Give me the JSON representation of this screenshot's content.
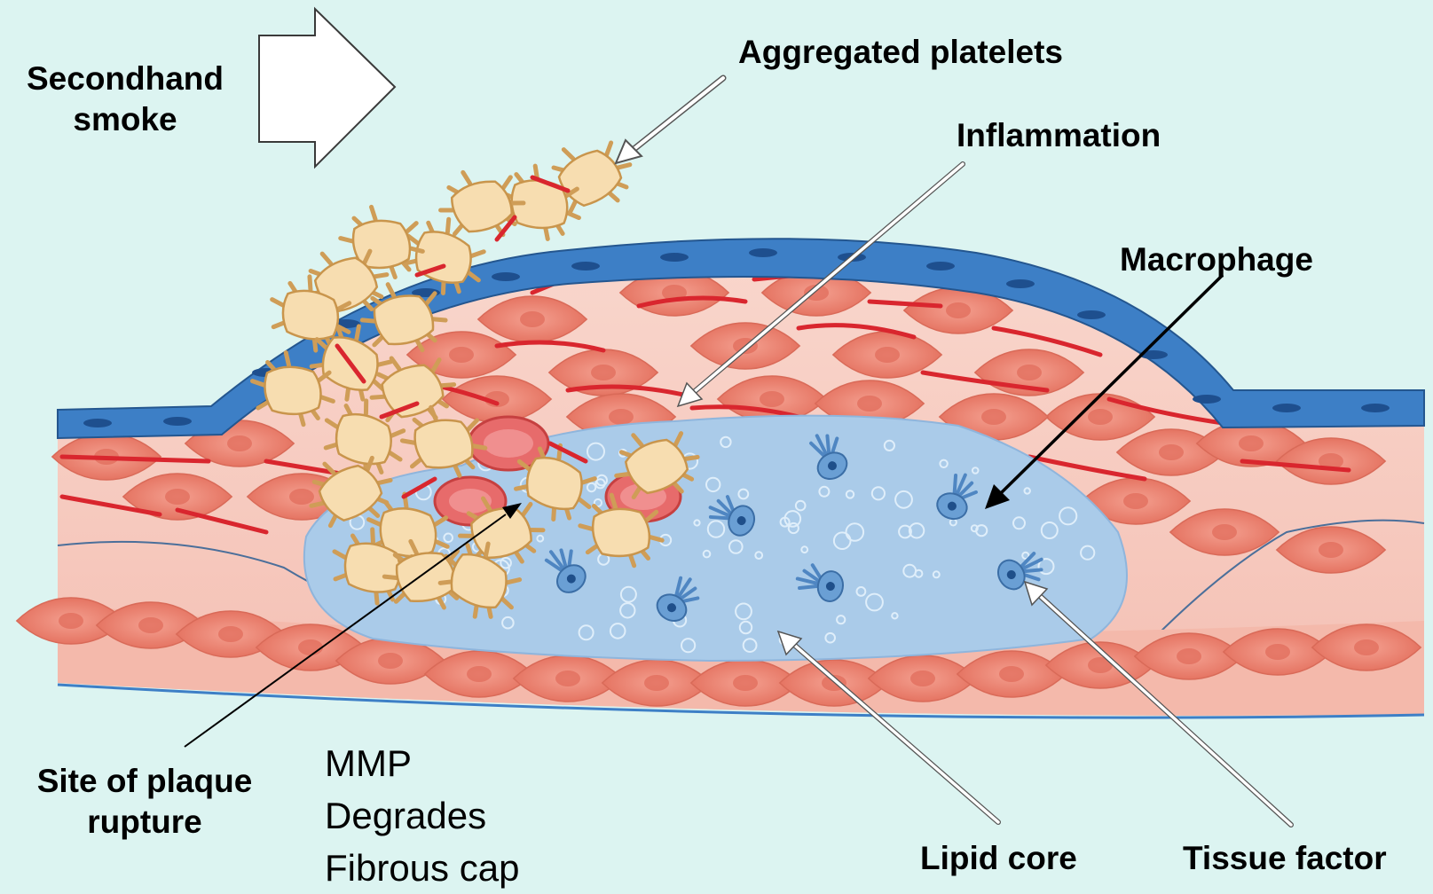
{
  "labels": {
    "secondhand_smoke": [
      "Secondhand",
      "smoke"
    ],
    "aggregated_platelets": "Aggregated platelets",
    "inflammation": "Inflammation",
    "macrophage": "Macrophage",
    "site_of_rupture": [
      "Site of plaque",
      "rupture"
    ],
    "mmp": [
      "MMP",
      "Degrades",
      "Fibrous cap"
    ],
    "lipid_core": "Lipid core",
    "tissue_factor": "Tissue factor"
  },
  "colors": {
    "background": "#dcf4f1",
    "vessel_wall": "#f7cdc2",
    "smooth_muscle_cell": "#ec8574",
    "collagen_fiber": "#d9262e",
    "endothelium": "#3d7fc6",
    "lipid_core": "#aacbe9",
    "platelet": "#f7ddb0",
    "red_blood_cell": "#e76b6b",
    "macrophage": "#6a9fd4"
  },
  "icons": {
    "smoke_arrow": "right-arrow-icon"
  }
}
